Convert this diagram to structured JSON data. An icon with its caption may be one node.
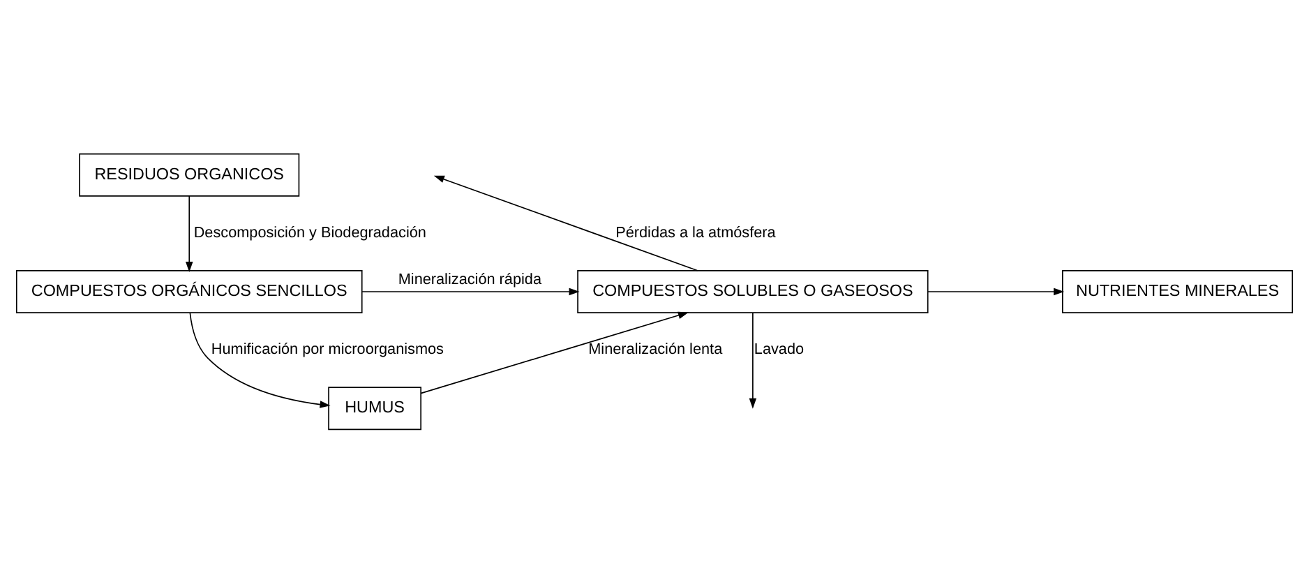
{
  "diagram": {
    "nodes": [
      {
        "text": [
          "RESIDUOS ORGANICOS"
        ]
      },
      {
        "text": [
          "COMPUESTOS ORGÁNICOS SENCILLOS"
        ]
      },
      {
        "text": [
          "HUMUS"
        ]
      },
      {
        "text": [
          "COMPUESTOS SOLUBLES O GASEOSOS"
        ]
      },
      {
        "text": [
          "NUTRIENTES MINERALES"
        ]
      }
    ],
    "edges": [
      {
        "from": 0,
        "to": 1,
        "arrow": "to",
        "label": "Descomposición y Biodegradación"
      },
      {
        "from": 1,
        "to": 3,
        "arrow": "to",
        "label": "Mineralización rápida"
      },
      {
        "from": 1,
        "to": 2,
        "arrow": "to",
        "label": "Humificación por microorganismos"
      },
      {
        "from": 2,
        "to": 3,
        "arrow": "to",
        "label": "Mineralización lenta"
      },
      {
        "from": 3,
        "to": null,
        "arrow": "to",
        "label": "Pérdidas a la atmósfera"
      },
      {
        "from": 3,
        "to": null,
        "arrow": "to",
        "label": "Lavado"
      },
      {
        "from": 3,
        "to": 4,
        "arrow": "to"
      }
    ]
  }
}
